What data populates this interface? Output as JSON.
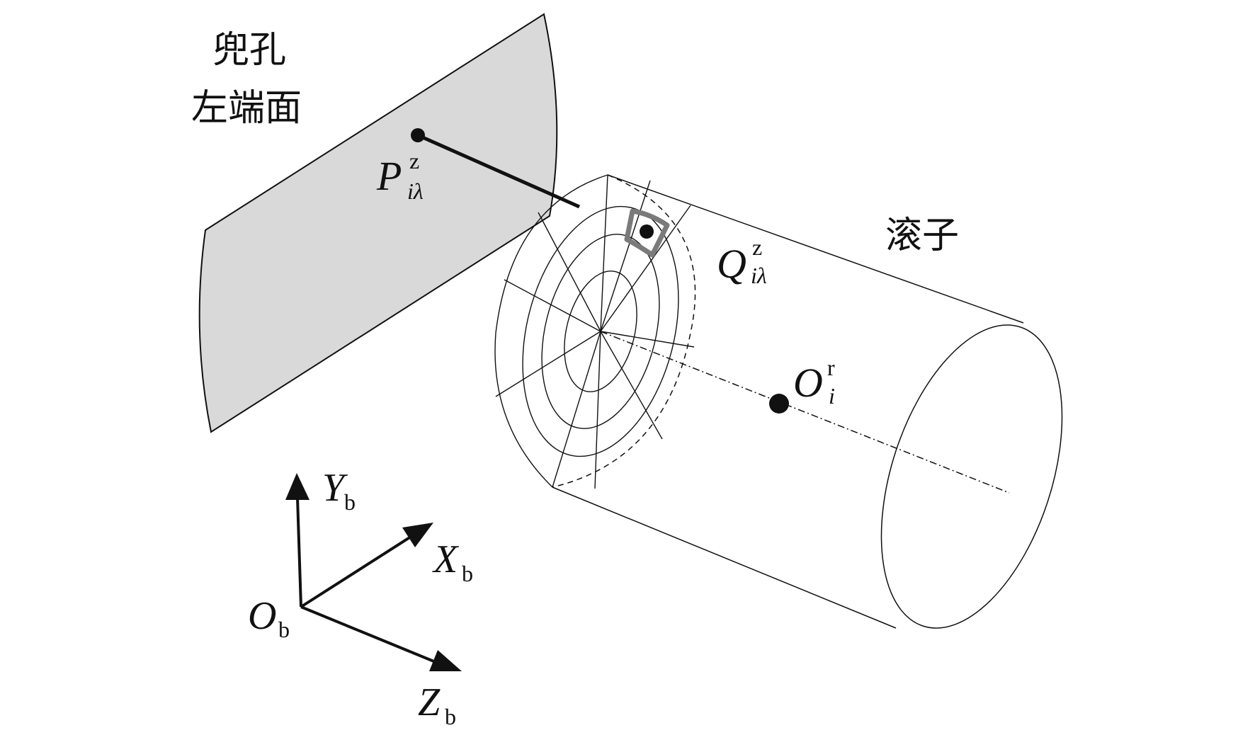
{
  "labels": {
    "pocket_line1": "兜孔",
    "pocket_line2": "左端面",
    "roller": "滚子"
  },
  "points": {
    "P": {
      "base": "P",
      "sup": "z",
      "sub": "iλ"
    },
    "Q": {
      "base": "Q",
      "sup": "z",
      "sub": "iλ"
    },
    "O_roller": {
      "base": "O",
      "sup": "r",
      "sub": "i"
    }
  },
  "axes": {
    "Y": {
      "base": "Y",
      "sub": "b"
    },
    "X": {
      "base": "X",
      "sub": "b"
    },
    "Z": {
      "base": "Z",
      "sub": "b"
    },
    "origin": {
      "base": "O",
      "sub": "b"
    }
  },
  "colors": {
    "pocket_face_fill": "#d9d9d9",
    "line": "#111111",
    "highlight": "#7a7a7a"
  }
}
